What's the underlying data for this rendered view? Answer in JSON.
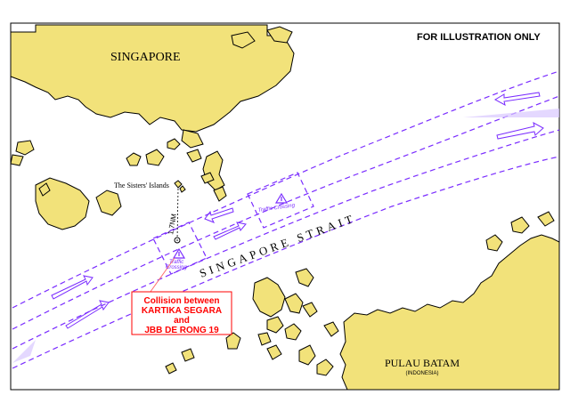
{
  "header": {
    "note": "FOR ILLUSTRATION ONLY"
  },
  "places": {
    "singapore": "SINGAPORE",
    "sisters_islands": "The Sisters' Islands",
    "strait": "SINGAPORE STRAIT",
    "batam": "PULAU BATAM",
    "batam_country": "(INDONESIA)"
  },
  "features": {
    "traffic_crossing_1": "Traffic Crossing",
    "traffic_crossing_2": "Traffic Crossing",
    "distance": "1.7NM"
  },
  "incident": {
    "line1": "Collision between",
    "line2": "KARTIKA SEGARA",
    "line3": "and",
    "line4": "JBB DE RONG 19"
  },
  "colors": {
    "land": "#f2e27a",
    "land_outline": "#000000",
    "lane": "#7a2cff",
    "incident_text": "#ff0000",
    "incident_border": "#ff0000",
    "leader": "#ff6a6a"
  }
}
